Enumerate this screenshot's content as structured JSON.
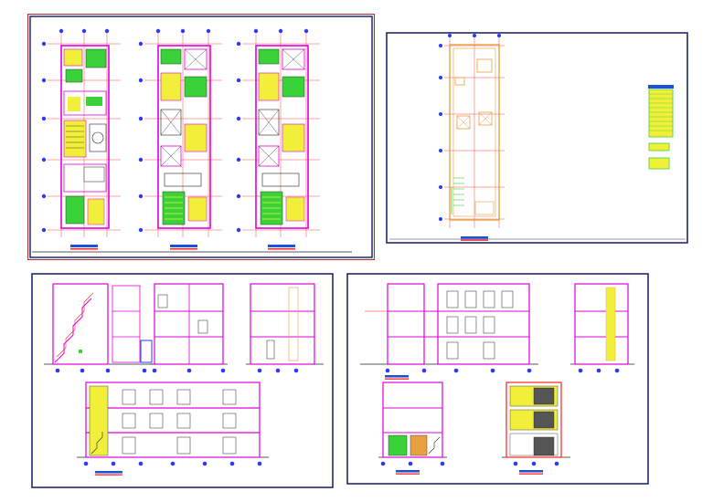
{
  "canvas": {
    "background": "#ffffff"
  },
  "colors": {
    "sheet_border_red": "#b03030",
    "sheet_border_navy": "#1f2a6b",
    "wall_magenta": "#e000e0",
    "grid_red": "#ff2020",
    "fill_yellow": "#f2ef3a",
    "fill_green": "#39d339",
    "outline_orange": "#e8a040",
    "title_blue": "#1e4fd8",
    "axis_bubble_blue": "#2b39ff",
    "line_black": "#222222"
  },
  "sheets": [
    {
      "id": "floor-plans",
      "content": [
        "floor-plan-level-1",
        "floor-plan-level-2",
        "floor-plan-level-3"
      ]
    },
    {
      "id": "roof-plan-and-legend",
      "content": [
        "roof-plan",
        "legend-table"
      ]
    },
    {
      "id": "sections-a",
      "content": [
        "section-stair",
        "section-middle",
        "section-right",
        "elevation-long"
      ]
    },
    {
      "id": "sections-b",
      "content": [
        "section-long-b",
        "section-right-b",
        "section-small",
        "facade-elevation"
      ]
    }
  ]
}
